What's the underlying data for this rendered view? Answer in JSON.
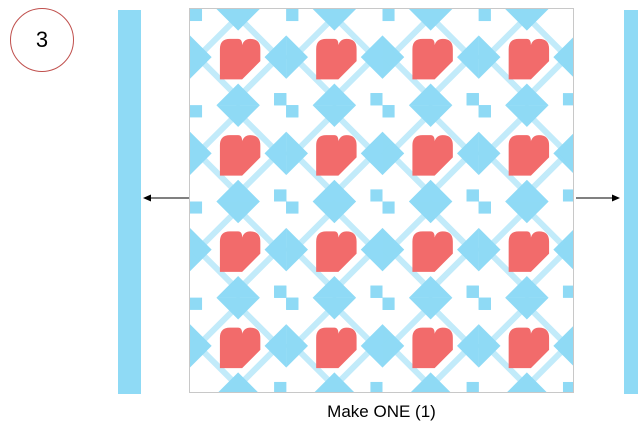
{
  "step": {
    "number": "3"
  },
  "caption": "Make ONE (1)",
  "colors": {
    "border_strip": "#8fdaf5",
    "block_blue": "#8fdaf5",
    "heart_red": "#f26b6b",
    "circle_outline": "#c0504d"
  },
  "quilt": {
    "rows": 4,
    "cols": 4,
    "hearts_per_block": 1
  }
}
